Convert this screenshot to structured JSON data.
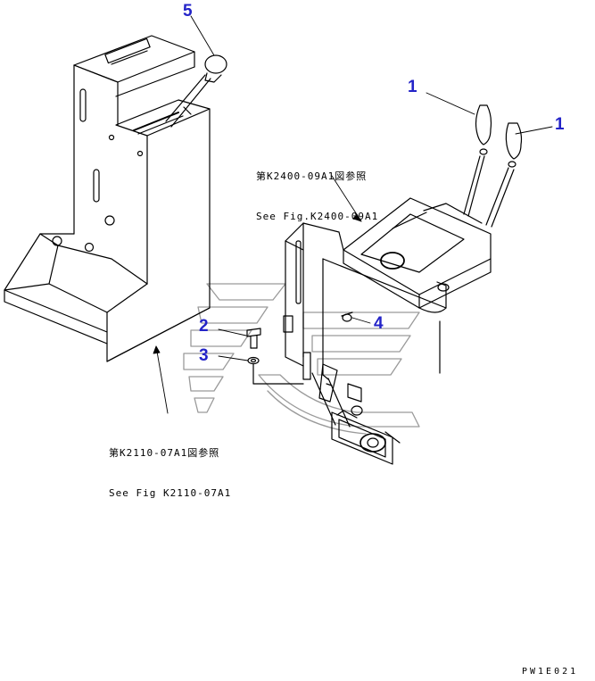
{
  "colors": {
    "callout": "#2323c8",
    "line": "#000000",
    "watermark": "#9a9a9a"
  },
  "callouts": [
    {
      "id": "1a",
      "text": "1"
    },
    {
      "id": "1b",
      "text": "1"
    },
    {
      "id": "2",
      "text": "2"
    },
    {
      "id": "3",
      "text": "3"
    },
    {
      "id": "4",
      "text": "4"
    },
    {
      "id": "5",
      "text": "5"
    }
  ],
  "references": {
    "top": {
      "jp": "第K2400-09A1図参照",
      "en": "See Fig.K2400-09A1"
    },
    "bottom": {
      "jp": "第K2110-07A1図参照",
      "en": "See Fig K2110-07A1"
    }
  },
  "drawing_code": "PW1E021"
}
